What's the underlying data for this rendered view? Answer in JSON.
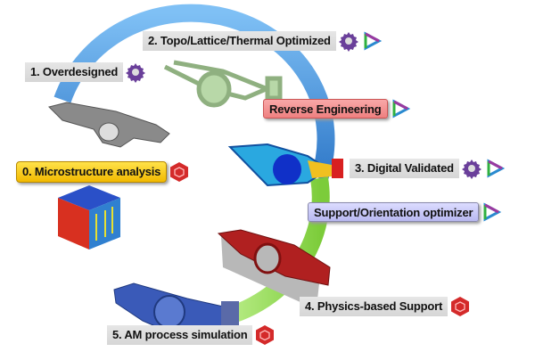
{
  "steps": {
    "step0": "0. Microstructure analysis",
    "step1": "1. Overdesigned",
    "step2": "2. Topo/Lattice/Thermal Optimized",
    "step3": "3. Digital Validated",
    "step4": "4. Physics-based Support",
    "step5": "5. AM process simulation"
  },
  "tools": {
    "reverse": "Reverse Engineering",
    "support": "Support/Orientation optimizer"
  },
  "colors": {
    "blue_arc": "#3f8fd8",
    "green_arc": "#9be05a",
    "gear": "#6a3f9a",
    "hex": "#d42a2a"
  }
}
